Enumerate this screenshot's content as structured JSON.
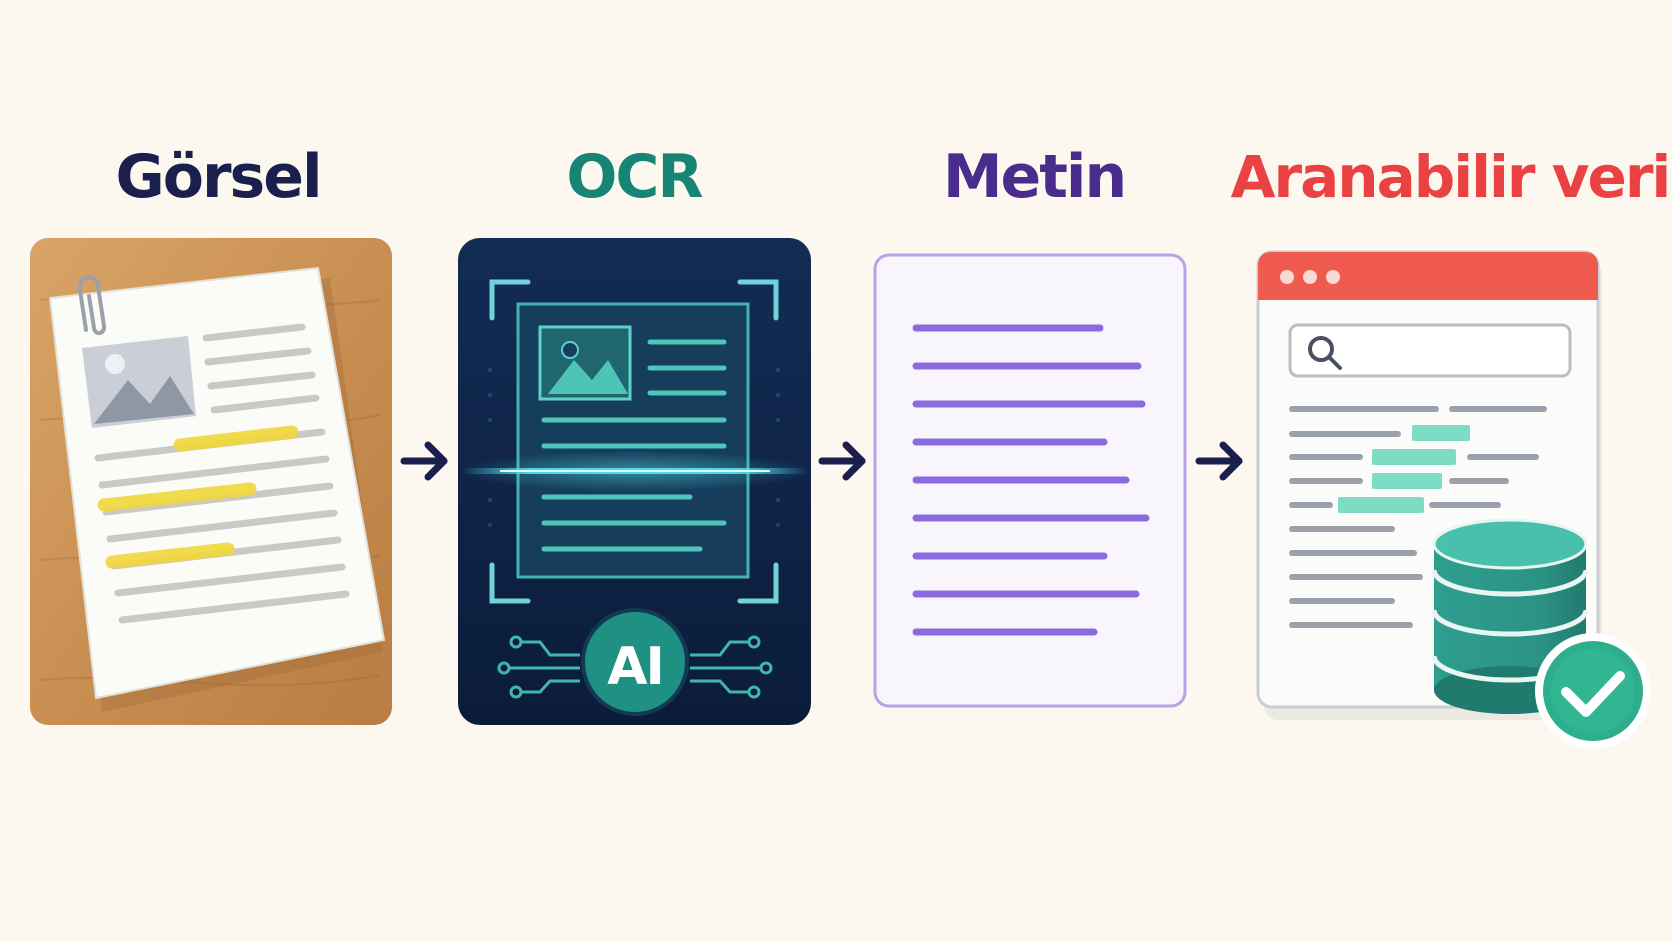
{
  "stages": [
    {
      "label": "Görsel",
      "color": "#1b1f4d"
    },
    {
      "label": "OCR",
      "color": "#178576"
    },
    {
      "label": "Metin",
      "color": "#4a2c8c"
    },
    {
      "label": "Aranabilir veri",
      "color": "#ea4243"
    }
  ],
  "ocr_panel": {
    "badge": "AI"
  },
  "colors": {
    "background": "#fcf8ef",
    "arrow": "#1b1f4d",
    "wood": "#cd9557",
    "highlight": "#f1d73a",
    "ocr_panel": "#0f2447",
    "teal": "#2aa898",
    "scan_line": "#54e3f0",
    "text_lines": "#8c6be0",
    "browser_header": "#ef5b4f",
    "database": "#2b9a8b",
    "check": "#2fae8e"
  },
  "icons": [
    "paperclip-icon",
    "image-icon",
    "scan-frame-icon",
    "ai-chip-icon",
    "arrow-right-icon",
    "search-icon",
    "database-icon",
    "checkmark-icon"
  ]
}
